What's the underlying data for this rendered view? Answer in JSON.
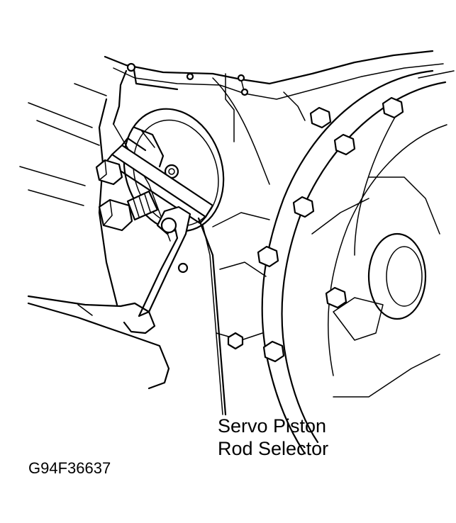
{
  "callout": {
    "line1": "Servo Piston",
    "line2": "Rod Selector"
  },
  "figure_id": "G94F36637"
}
